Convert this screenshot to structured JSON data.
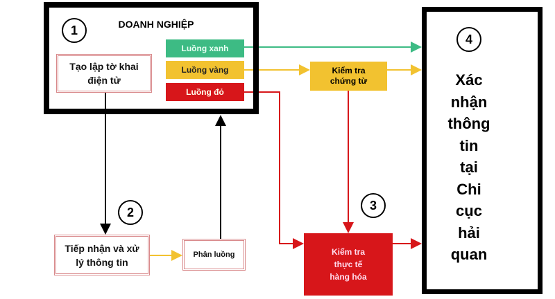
{
  "enterprise": {
    "number": "1",
    "title": "DOANH NGHIỆP",
    "create_declaration": "Tạo lập tờ khai điện tử",
    "lanes": [
      {
        "label": "Luồng xanh",
        "color": "#3dbb84"
      },
      {
        "label": "Luồng vàng",
        "color": "#f2c230"
      },
      {
        "label": "Luồng đỏ",
        "color": "#d7161a"
      }
    ]
  },
  "step2": {
    "number": "2",
    "receive": "Tiếp nhận và xử lý thông tin",
    "classify": "Phân luồng"
  },
  "document_check": "Kiểm tra chứng từ",
  "step3": {
    "number": "3",
    "physical_check": "Kiểm tra thực tế hàng hóa"
  },
  "step4": {
    "number": "4",
    "confirm": "Xác nhận thông tin tại Chi cục hải quan"
  }
}
